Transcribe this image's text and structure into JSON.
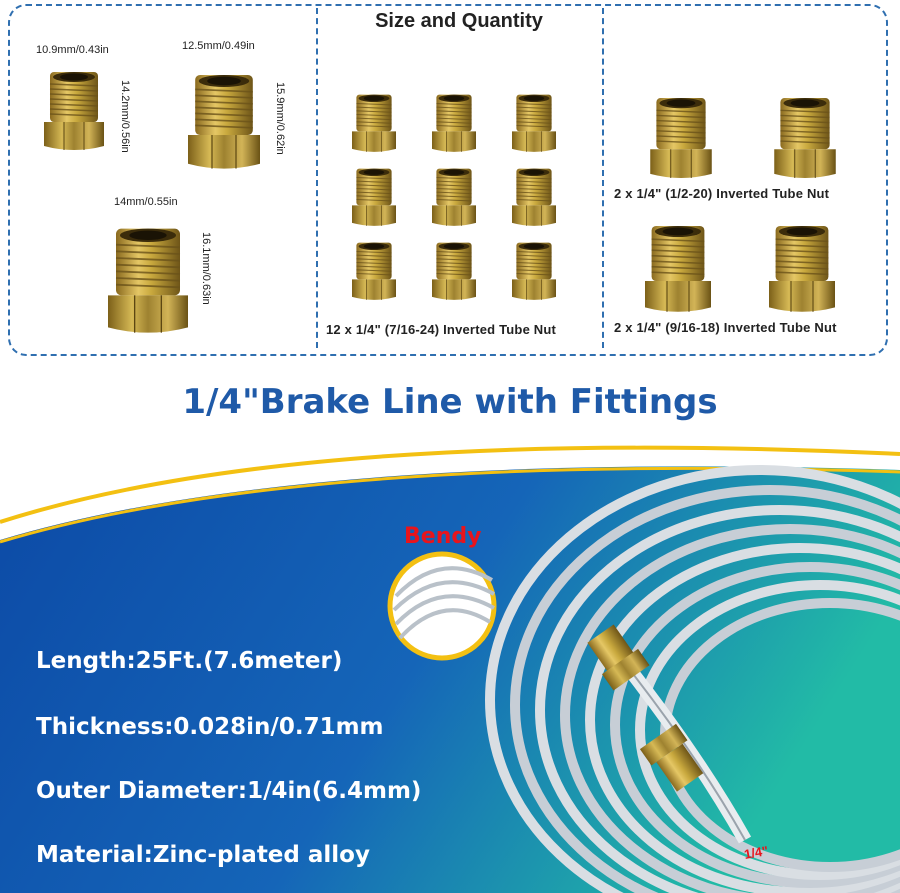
{
  "size_panel": {
    "title": "Size and Quantity",
    "dimensions": [
      {
        "width_label": "10.9mm/0.43in",
        "height_label": "14.2mm/0.56in"
      },
      {
        "width_label": "12.5mm/0.49in",
        "height_label": "15.9mm/0.62in"
      },
      {
        "width_label": "14mm/0.55in",
        "height_label": "16.1mm/0.63in"
      }
    ],
    "middle_caption": "12 x 1/4\" (7/16-24) Inverted Tube Nut",
    "right_caption_1": "2 x 1/4\" (1/2-20) Inverted Tube Nut",
    "right_caption_2": "2 x 1/4\" (9/16-18) Inverted Tube Nut"
  },
  "headline": "1/4\"Brake Line with Fittings",
  "bendy_label": "Bendy",
  "specs": {
    "length": "Length:25Ft.(7.6meter)",
    "thickness": "Thickness:0.028in/0.71mm",
    "outer_diameter": "Outer Diameter:1/4in(6.4mm)",
    "material": "Material:Zinc-plated alloy"
  },
  "diameter_label": "1/4\"",
  "colors": {
    "accent_blue": "#1f5aa8",
    "panel_border": "#2f6fb0",
    "highlight_red": "#e8141c",
    "ribbon_yellow": "#f3c012",
    "gradient_blue": "#0f4fa8",
    "gradient_teal": "#19b7a8"
  }
}
